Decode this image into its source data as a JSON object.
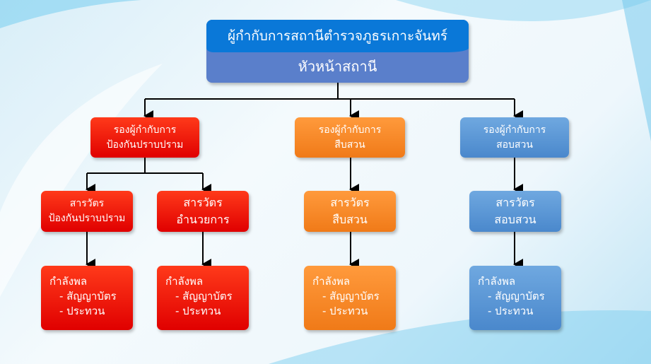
{
  "head": {
    "title": "ผู้กำกับการสถานีตำรวจภูธรเกาะจันทร์",
    "subtitle": "หัวหน้าสถานี"
  },
  "deputies": [
    {
      "line1": "รองผู้กำกับการ",
      "line2": "ป้องกันปราบปราม"
    },
    {
      "line1": "รองผู้กำกับการ",
      "line2": "สืบสวน"
    },
    {
      "line1": "รองผู้กำกับการ",
      "line2": "สอบสวน"
    }
  ],
  "inspectors": [
    {
      "line1": "สารวัตร",
      "line2": "ป้องกันปราบปราม"
    },
    {
      "line1": "สารวัตร",
      "line2": "อำนวยการ"
    },
    {
      "line1": "สารวัตร",
      "line2": "สืบสวน"
    },
    {
      "line1": "สารวัตร",
      "line2": "สอบสวน"
    }
  ],
  "personnel": {
    "title": "กำลังพล",
    "item1": "- สัญญาบัตร",
    "item2": "- ประทวน"
  },
  "colors": {
    "red": "#e00000",
    "orange": "#f07a18",
    "blue": "#4a88cc",
    "head": "#0a78d8"
  }
}
